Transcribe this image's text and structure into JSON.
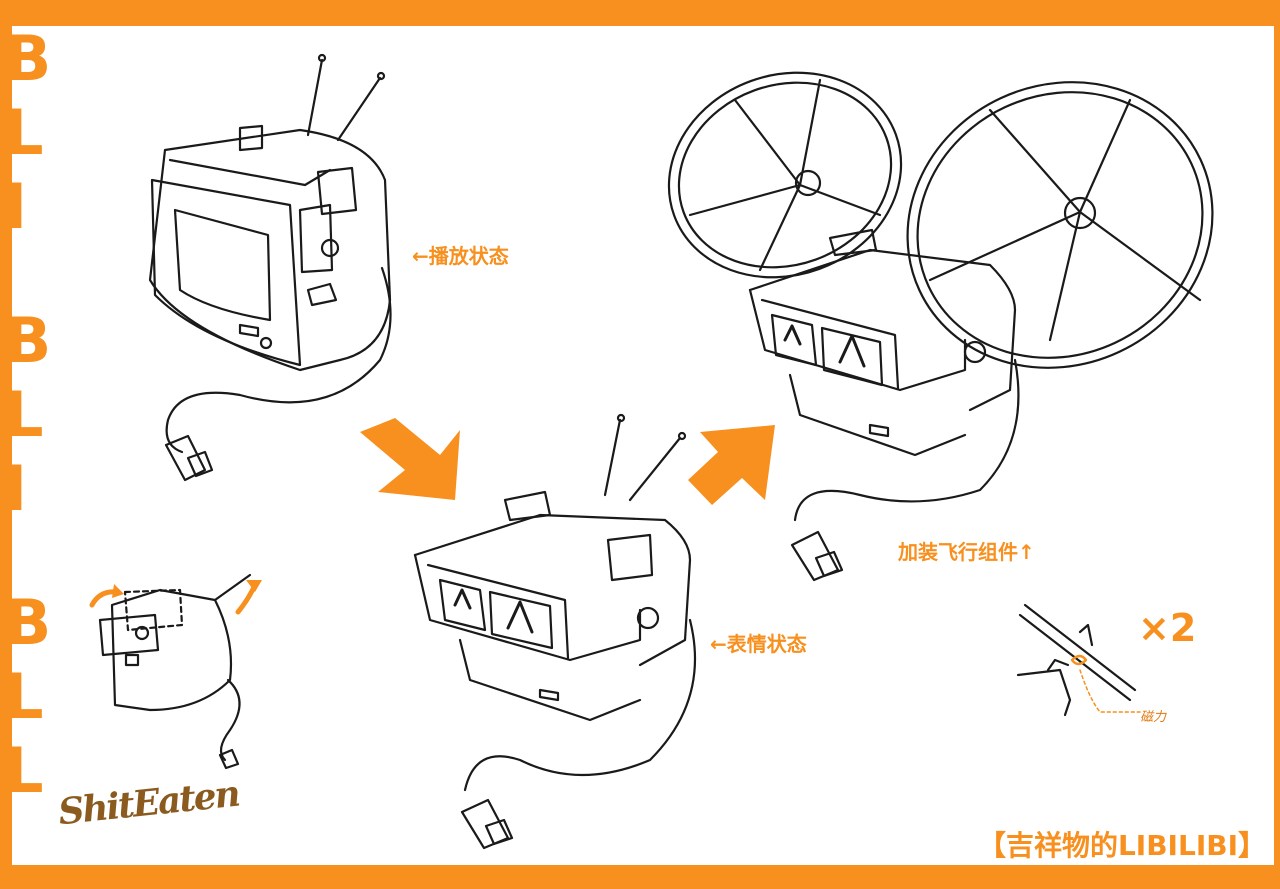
{
  "side_letters": [
    "B",
    "L",
    "I",
    "B",
    "L",
    "I",
    "B",
    "L",
    "I",
    "L"
  ],
  "labels": {
    "play_state": "←播放状态",
    "expression_state": "←表情状态",
    "flight_kit": "加装飞行组件↑",
    "times_two": "×2",
    "magnet_force": "磁力"
  },
  "signature": "ShitEaten",
  "title": "【吉祥物的LIBILIBI】",
  "colors": {
    "accent": "#f7901e",
    "ink": "#1a1a1a",
    "signature": "#8a5a1e"
  }
}
